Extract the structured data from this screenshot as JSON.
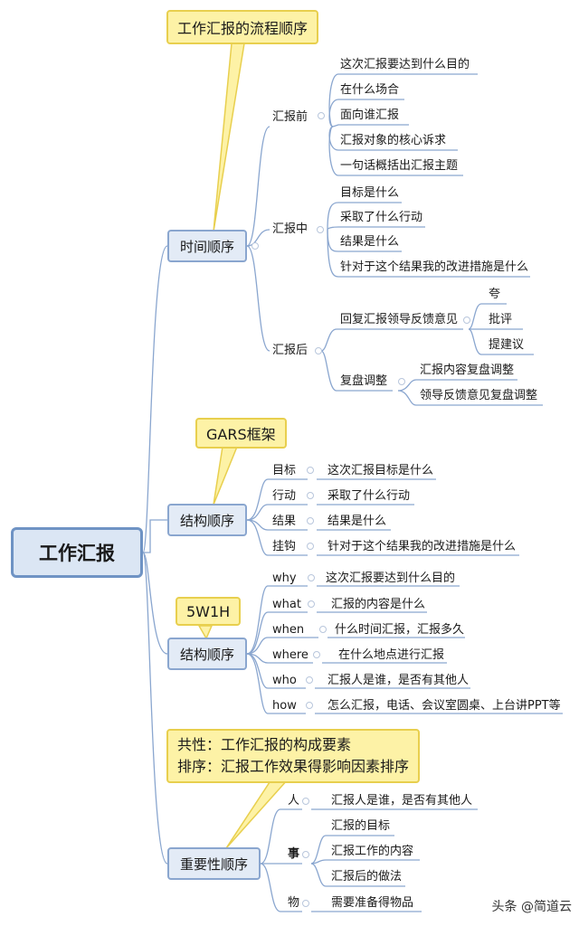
{
  "root": "工作汇报",
  "branch1": {
    "title": "时间顺序",
    "note": "工作汇报的流程顺序",
    "groups": [
      {
        "label": "汇报前",
        "items": [
          "这次汇报要达到什么目的",
          "在什么场合",
          "面向谁汇报",
          "汇报对象的核心诉求",
          "一句话概括出汇报主题"
        ]
      },
      {
        "label": "汇报中",
        "items": [
          "目标是什么",
          "采取了什么行动",
          "结果是什么",
          "针对于这个结果我的改进措施是什么"
        ]
      },
      {
        "label": "汇报后",
        "reply": "回复汇报领导反馈意见",
        "reply_items": [
          "夸",
          "批评",
          "提建议"
        ],
        "review": "复盘调整",
        "review_items": [
          "汇报内容复盘调整",
          "领导反馈意见复盘调整"
        ]
      }
    ]
  },
  "branch2": {
    "title": "结构顺序",
    "note": "GARS框架",
    "rows": [
      {
        "k": "目标",
        "v": "这次汇报目标是什么"
      },
      {
        "k": "行动",
        "v": "采取了什么行动"
      },
      {
        "k": "结果",
        "v": "结果是什么"
      },
      {
        "k": "挂钩",
        "v": "针对于这个结果我的改进措施是什么"
      }
    ]
  },
  "branch3": {
    "title": "结构顺序",
    "note": "5W1H",
    "rows": [
      {
        "k": "why",
        "v": "这次汇报要达到什么目的"
      },
      {
        "k": "what",
        "v": "汇报的内容是什么"
      },
      {
        "k": "when",
        "v": "什么时间汇报，汇报多久"
      },
      {
        "k": "where",
        "v": "在什么地点进行汇报"
      },
      {
        "k": "who",
        "v": "汇报人是谁，是否有其他人"
      },
      {
        "k": "how",
        "v": "怎么汇报，电话、会议室圆桌、上台讲PPT等"
      }
    ]
  },
  "branch4": {
    "title": "重要性顺序",
    "note_line1": "共性：工作汇报的构成要素",
    "note_line2": "排序：汇报工作效果得影响因素排序",
    "people": {
      "k": "人",
      "v": "汇报人是谁，是否有其他人"
    },
    "matter": {
      "k": "事",
      "items": [
        "汇报的目标",
        "汇报工作的内容",
        "汇报后的做法"
      ]
    },
    "thing": {
      "k": "物",
      "v": "需要准备得物品"
    }
  },
  "watermark": "头条 @简道云",
  "colors": {
    "line": "#8aa6cf",
    "note_fill": "#fdf2a6",
    "node_fill": "#e3ebf6",
    "root_border": "#6f93c4"
  }
}
